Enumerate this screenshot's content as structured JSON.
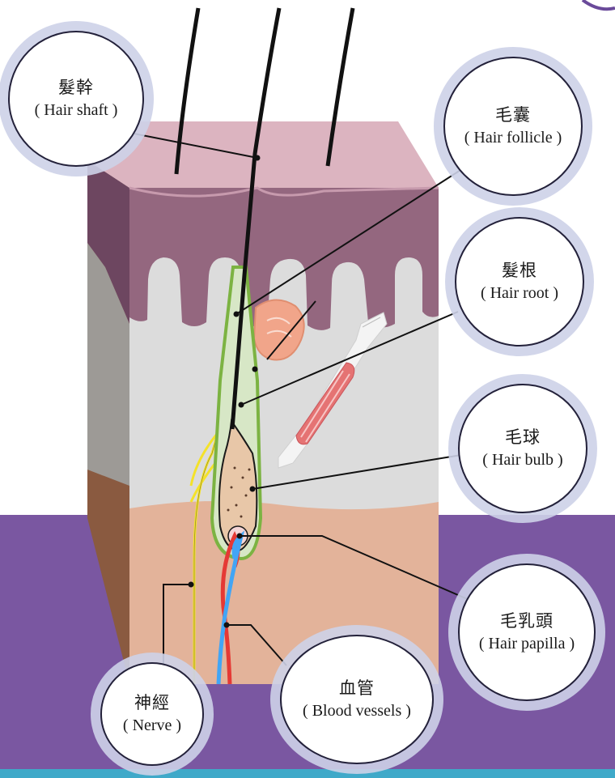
{
  "labels": {
    "hair_shaft": {
      "zh": "髮幹",
      "en": "( Hair shaft )"
    },
    "hair_follicle": {
      "zh": "毛囊",
      "en": "( Hair follicle )"
    },
    "hair_root": {
      "zh": "髮根",
      "en": "( Hair root )"
    },
    "hair_bulb": {
      "zh": "毛球",
      "en": "( Hair bulb )"
    },
    "hair_papilla": {
      "zh": "毛乳頭",
      "en": "( Hair papilla )"
    },
    "nerve": {
      "zh": "神經",
      "en": "( Nerve )"
    },
    "blood_vessels": {
      "zh": "血管",
      "en": "( Blood vessels )"
    }
  },
  "colors": {
    "epidermis": "#94677f",
    "skin_top": "#dcb4c0",
    "dermis": "#dcdcdc",
    "fat": "#e3b39a",
    "left_face": "#8a5a40",
    "purple_band": "#7a57a1",
    "nerve": "#f4e22a",
    "follicle_sheath": "#7cb342",
    "artery": "#e53935",
    "vein": "#42a5f5",
    "muscle": "#e57373",
    "sebaceous_gland": "#f1a58a",
    "callout_halo": "#cfd3ea"
  }
}
